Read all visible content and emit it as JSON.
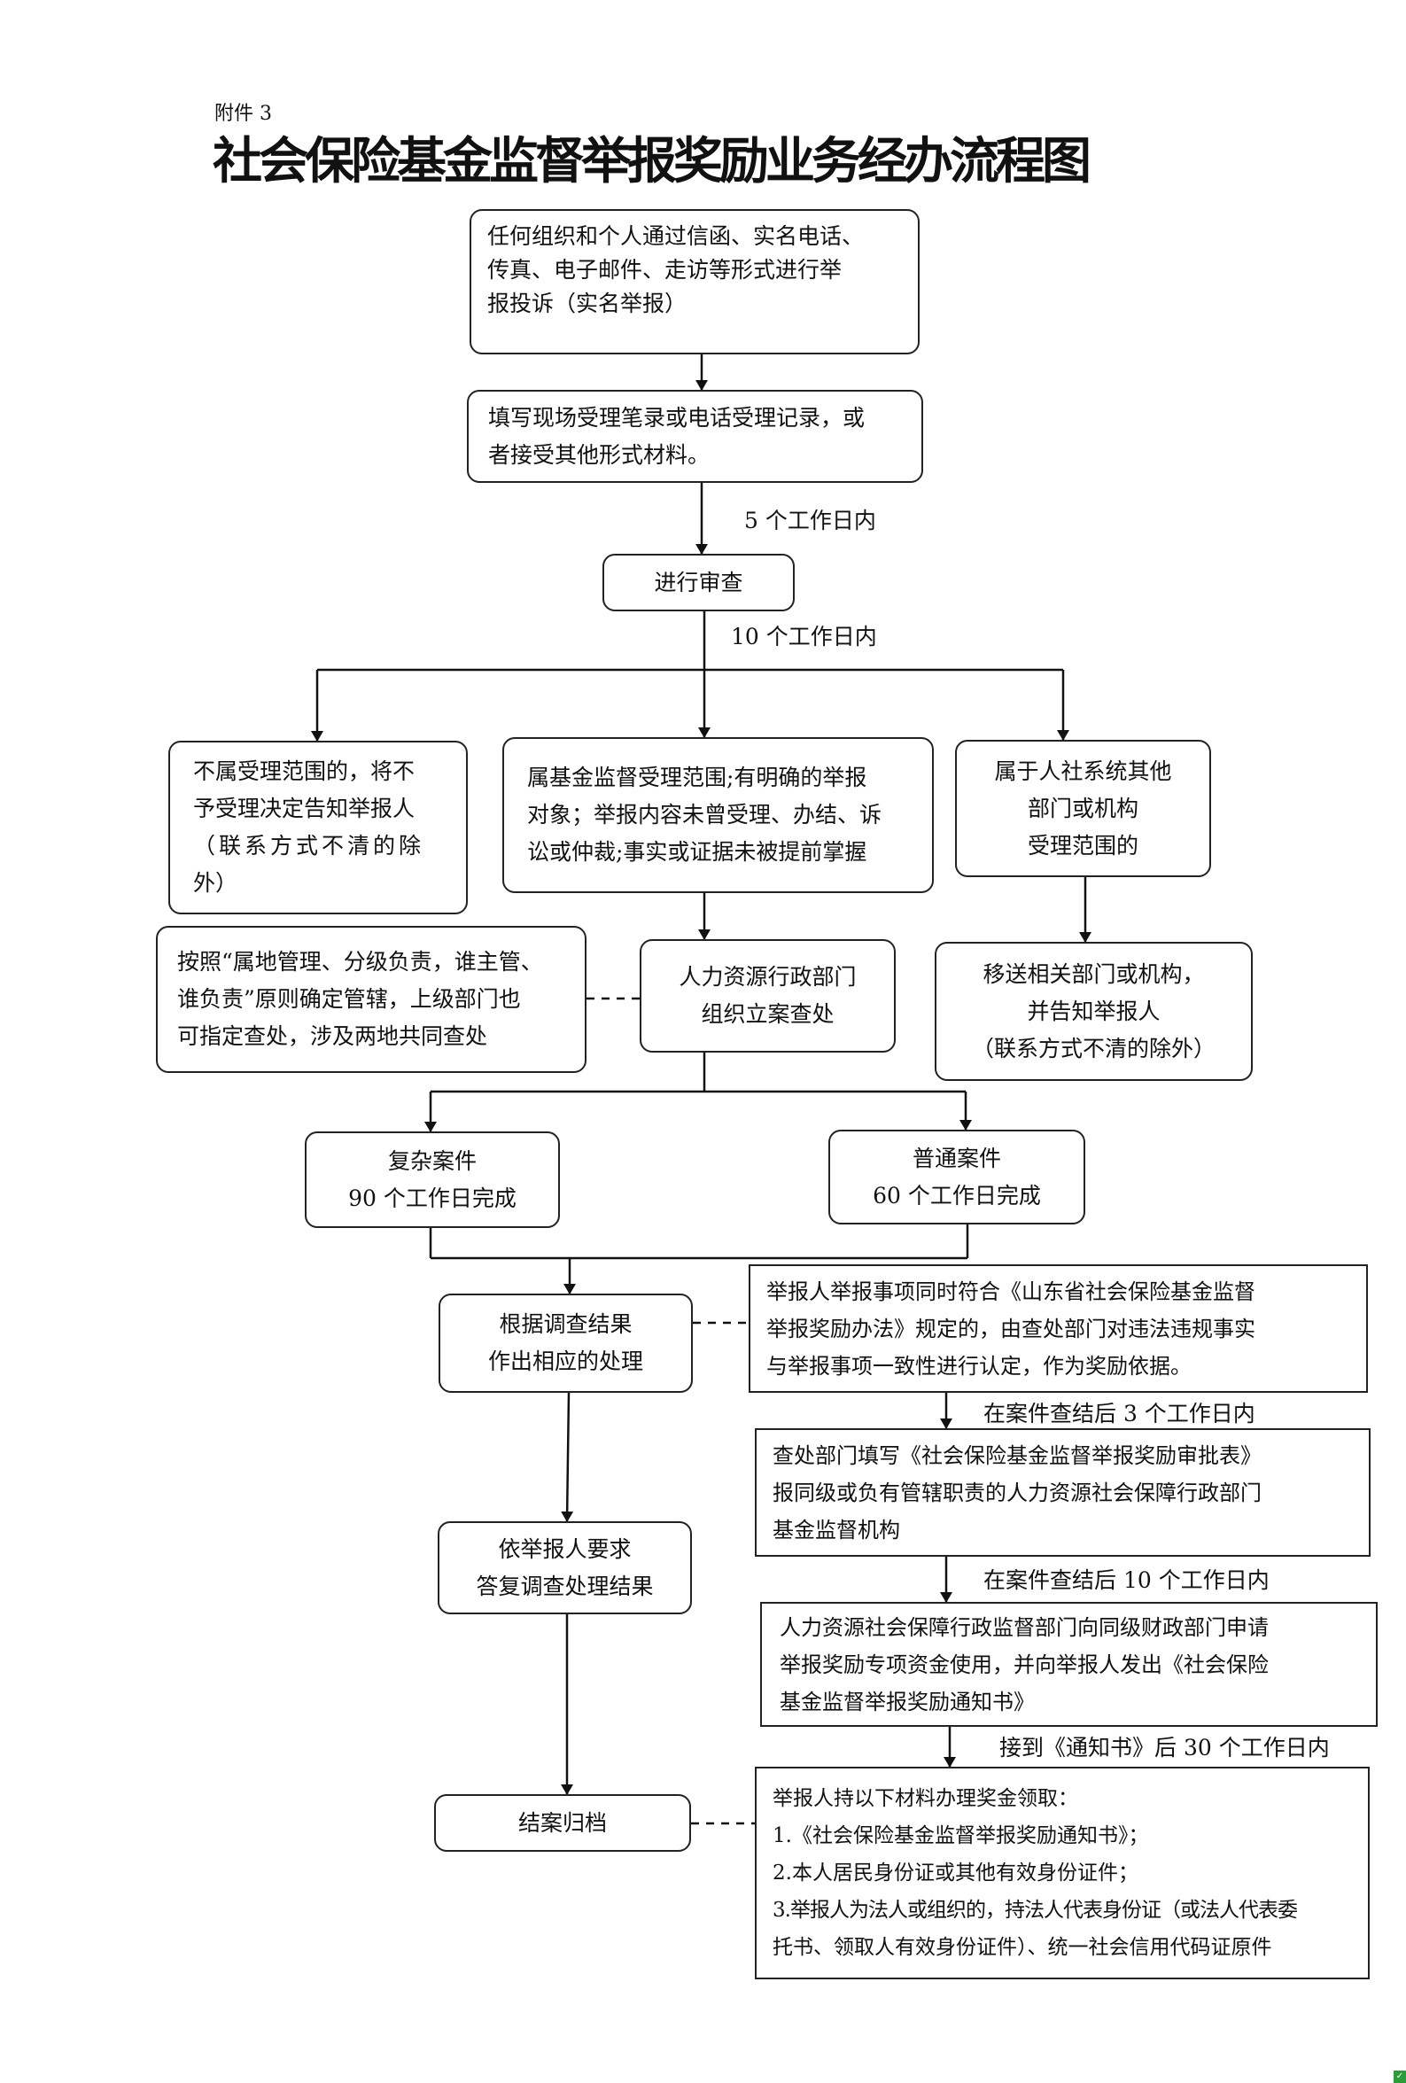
{
  "attachment": "附件 3",
  "title": "社会保险基金监督举报奖励业务经办流程图",
  "nodes": {
    "report_channels": [
      "任何组织和个人通过信函、实名电话、",
      "传真、电子邮件、走访等形式进行举",
      "报投诉（实名举报）"
    ],
    "record": [
      "填写现场受理笔录或电话受理记录，或",
      "者接受其他形式材料。"
    ],
    "review": [
      "进行审查"
    ],
    "out_of_scope": [
      "不属受理范围的，将不",
      "予受理决定告知举报人",
      "（联系方式不清的除",
      "外）"
    ],
    "in_scope": [
      "属基金监督受理范围;有明确的举报",
      "对象；举报内容未曾受理、办结、诉",
      "讼或仲裁;事实或证据未被提前掌握"
    ],
    "other_department": [
      "属于人社系统其他",
      "部门或机构",
      "受理范围的"
    ],
    "jurisdiction": [
      "按照“属地管理、分级负责，谁主管、",
      "谁负责”原则确定管辖，上级部门也",
      "可指定查处，涉及两地共同查处"
    ],
    "investigate": [
      "人力资源行政部门",
      "组织立案查处"
    ],
    "transfer": [
      "移送相关部门或机构，",
      "并告知举报人",
      "（联系方式不清的除外）"
    ],
    "complex_case": [
      "复杂案件",
      "90 个工作日完成"
    ],
    "ordinary_case": [
      "普通案件",
      "60 个工作日完成"
    ],
    "handle_result": [
      "根据调查结果",
      "作出相应的处理"
    ],
    "reward_basis": [
      "举报人举报事项同时符合《山东省社会保险基金监督",
      "举报奖励办法》规定的，由查处部门对违法违规事实",
      "与举报事项一致性进行认定，作为奖励依据。"
    ],
    "approval_form": [
      "查处部门填写《社会保险基金监督举报奖励审批表》",
      "报同级或负有管辖职责的人力资源社会保障行政部门",
      "基金监督机构"
    ],
    "reply": [
      "依举报人要求",
      "答复调查处理结果"
    ],
    "fund_application": [
      "人力资源社会保障行政监督部门向同级财政部门申请",
      "举报奖励专项资金使用，并向举报人发出《社会保险",
      "基金监督举报奖励通知书》"
    ],
    "archive": [
      "结案归档"
    ],
    "claim_materials": [
      "举报人持以下材料办理奖金领取：",
      "1.《社会保险基金监督举报奖励通知书》；",
      "2.本人居民身份证或其他有效身份证件；",
      "3.举报人为法人或组织的，持法人代表身份证（或法人代表委",
      "托书、领取人有效身份证件）、统一社会信用代码证原件"
    ]
  },
  "edge_labels": {
    "five_days": "5 个工作日内",
    "ten_days": "10 个工作日内",
    "after_3_days": "在案件查结后 3 个工作日内",
    "after_10_days": "在案件查结后 10 个工作日内",
    "after_notice_30_days": "接到《通知书》后 30 个工作日内"
  }
}
